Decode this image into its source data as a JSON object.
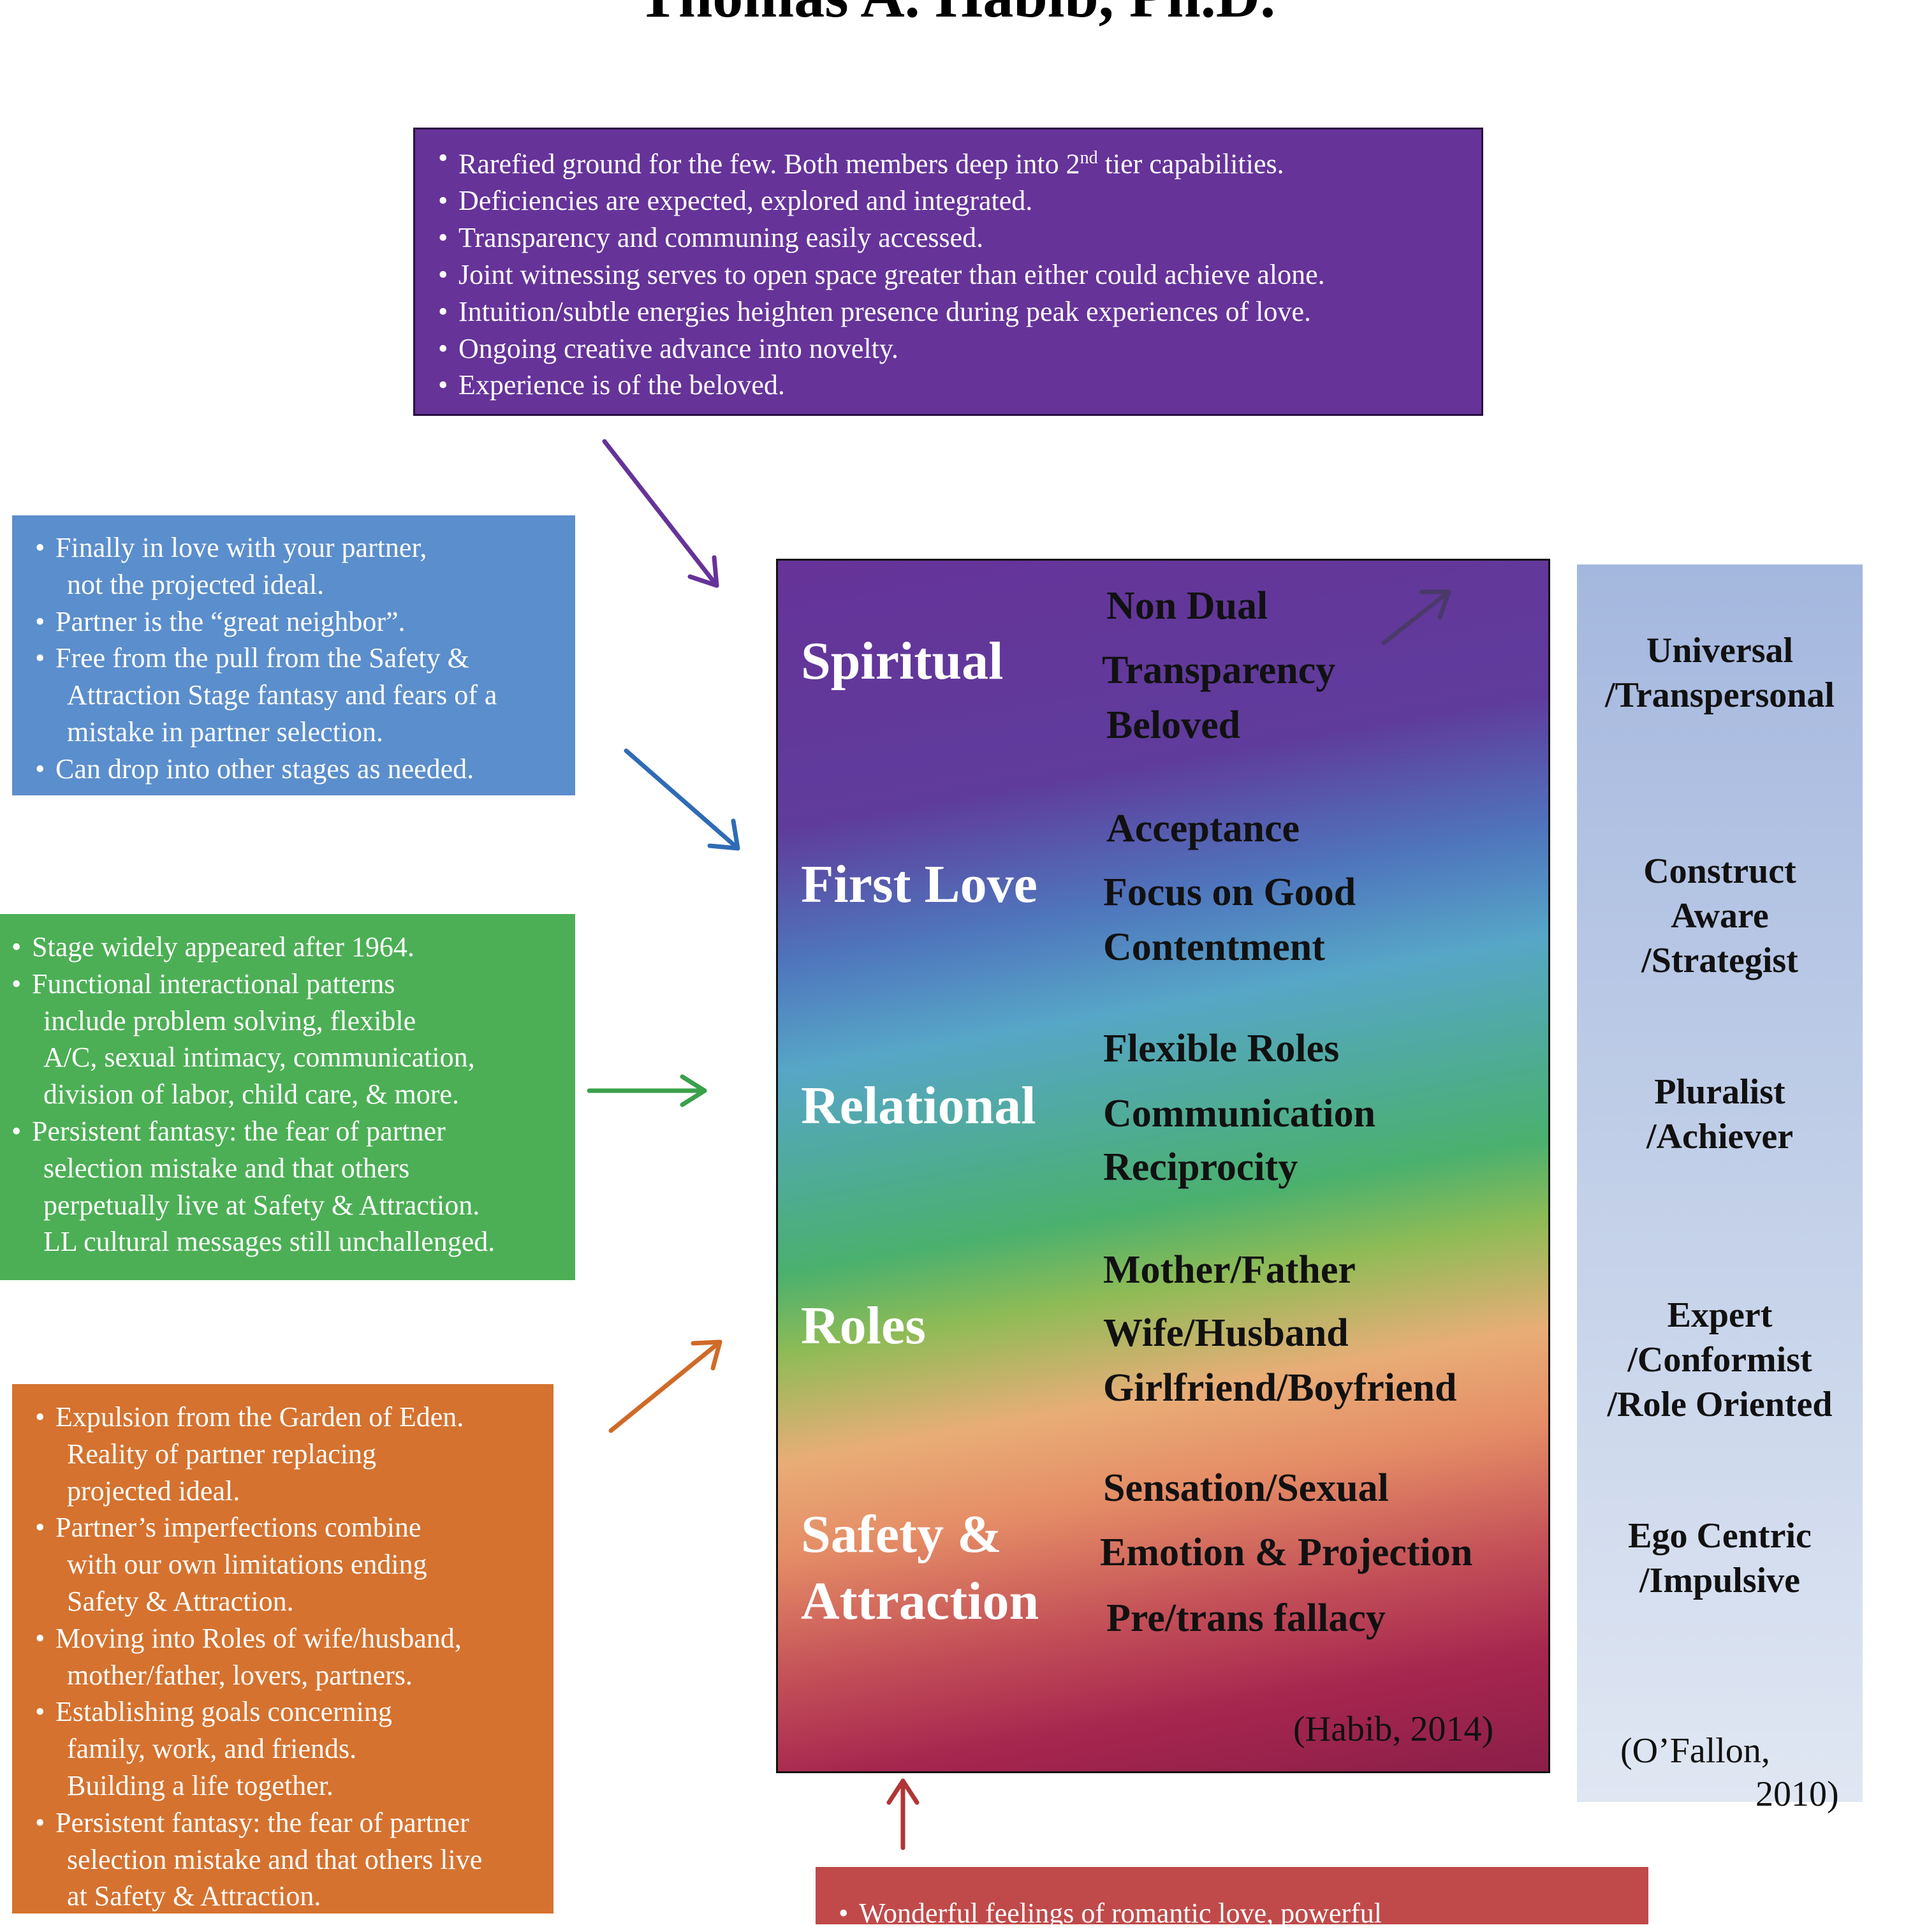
{
  "page": {
    "title": "Thomas A. Habib, Ph.D."
  },
  "boxes": {
    "purple": [
      {
        "text": "Rarefied ground for the few. Both members deep into 2",
        "sup": "nd",
        "after": " tier capabilities."
      },
      {
        "text": "Deficiencies are expected, explored and integrated."
      },
      {
        "text": "Transparency and communing easily accessed."
      },
      {
        "text": "Joint witnessing serves to open space greater than either could achieve alone."
      },
      {
        "text": "Intuition/subtle energies heighten presence during peak experiences of love."
      },
      {
        "text": "Ongoing creative advance into novelty."
      },
      {
        "text": "Experience is of the beloved."
      }
    ],
    "blue": [
      {
        "text": "Finally in love with your partner,"
      },
      {
        "text": "not the projected ideal.",
        "cont": true
      },
      {
        "text": "Partner is the “great neighbor”."
      },
      {
        "text": "Free from the pull from the Safety &"
      },
      {
        "text": "Attraction Stage fantasy and fears of a",
        "cont": true
      },
      {
        "text": "mistake in partner selection.",
        "cont": true
      },
      {
        "text": "Can drop into other stages as needed."
      }
    ],
    "green": [
      {
        "text": "Stage widely appeared after 1964."
      },
      {
        "text": "Functional interactional patterns"
      },
      {
        "text": "include problem solving, flexible",
        "cont": true
      },
      {
        "text": "A/C, sexual intimacy, communication,",
        "cont": true
      },
      {
        "text": "division of labor, child care, & more.",
        "cont": true
      },
      {
        "text": "Persistent fantasy: the fear of partner"
      },
      {
        "text": "selection mistake and that others",
        "cont": true
      },
      {
        "text": "perpetually live at Safety & Attraction.",
        "cont": true
      },
      {
        "text": "LL cultural messages still unchallenged.",
        "cont": true
      }
    ],
    "orange": [
      {
        "text": "Expulsion from the Garden of Eden."
      },
      {
        "text": "Reality of partner replacing",
        "cont": true
      },
      {
        "text": "projected ideal.",
        "cont": true
      },
      {
        "text": "Partner’s imperfections combine"
      },
      {
        "text": "with our own limitations ending",
        "cont": true
      },
      {
        "text": "Safety & Attraction.",
        "cont": true
      },
      {
        "text": "Moving into Roles of wife/husband,"
      },
      {
        "text": "mother/father, lovers, partners.",
        "cont": true
      },
      {
        "text": "Establishing goals concerning"
      },
      {
        "text": "family, work, and friends.",
        "cont": true
      },
      {
        "text": "Building a life together.",
        "cont": true
      },
      {
        "text": "Persistent fantasy: the fear of partner"
      },
      {
        "text": "selection mistake and that others live",
        "cont": true
      },
      {
        "text": "at Safety & Attraction.",
        "cont": true
      }
    ],
    "red": [
      {
        "text": "Wonderful feelings of romantic love, powerful"
      }
    ]
  },
  "stages": [
    {
      "name": "Spiritual",
      "traits": [
        "Non Dual",
        "Transparency",
        "Beloved"
      ]
    },
    {
      "name": "First Love",
      "traits": [
        "Acceptance",
        "Focus on Good",
        "Contentment"
      ]
    },
    {
      "name": "Relational",
      "traits": [
        "Flexible Roles",
        "Communication",
        "Reciprocity"
      ]
    },
    {
      "name": "Roles",
      "traits": [
        "Mother/Father",
        "Wife/Husband",
        "Girlfriend/Boyfriend"
      ]
    },
    {
      "name_lines": [
        "Safety &",
        "Attraction"
      ],
      "traits": [
        "Sensation/Sexual",
        "Emotion & Projection",
        "Pre/trans fallacy"
      ]
    }
  ],
  "habib_citation": "(Habib, 2014)",
  "sidebar": {
    "levels": [
      [
        "Universal",
        "/Transpersonal"
      ],
      [
        "Construct",
        "Aware",
        "/Strategist"
      ],
      [
        "Pluralist",
        "/Achiever"
      ],
      [
        "Expert",
        "/Conformist",
        "/Role Oriented"
      ],
      [
        "Ego Centric",
        "/Impulsive"
      ]
    ],
    "citation": [
      "(O’Fallon,",
      "2010)"
    ]
  },
  "colors": {
    "purple": "#663399",
    "blue": "#5b8ecc",
    "green": "#4caf55",
    "orange": "#d5722f",
    "red": "#c04a4a",
    "sidebar": "#a4b7de"
  }
}
